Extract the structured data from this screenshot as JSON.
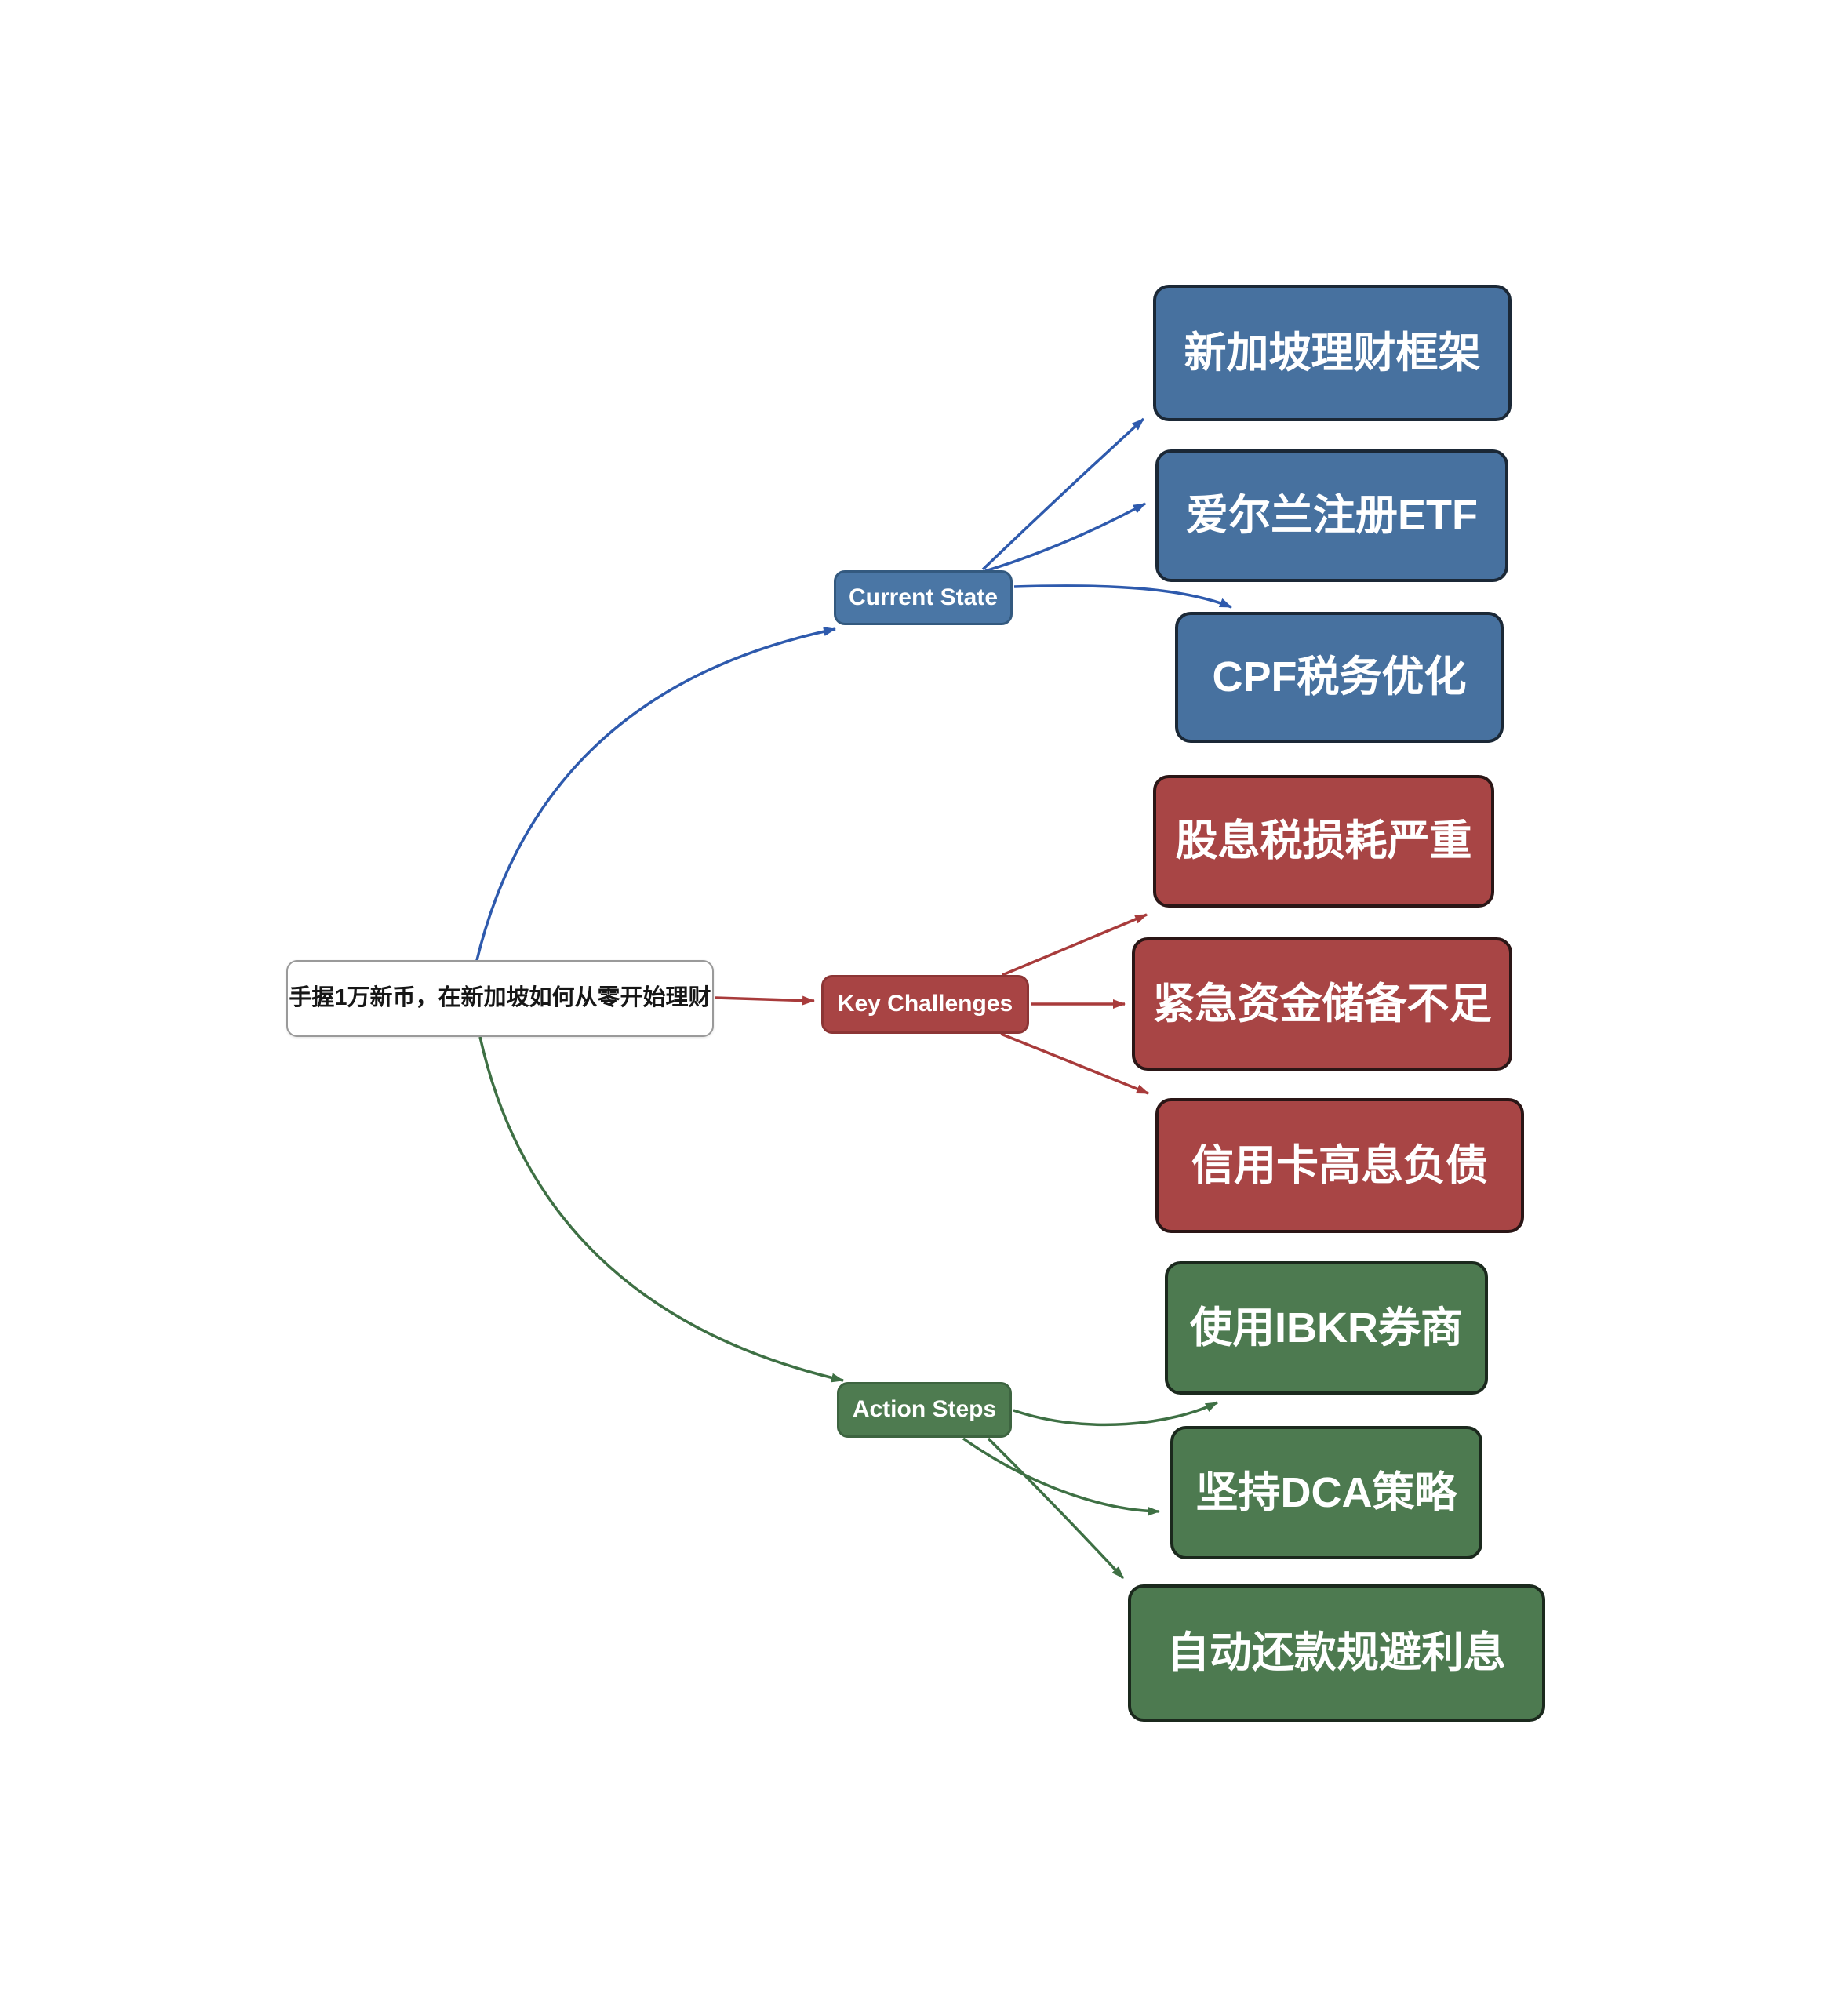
{
  "root": {
    "label": "手握1万新币，在新加坡如何从零开始理财"
  },
  "branches": [
    {
      "id": "current-state",
      "label": "Current State",
      "fill": "#4a76a5",
      "edge_color": "#2e5aad",
      "children": [
        {
          "label": "新加坡理财框架"
        },
        {
          "label": "爱尔兰注册ETF"
        },
        {
          "label": "CPF税务优化"
        }
      ]
    },
    {
      "id": "key-challenges",
      "label": "Key Challenges",
      "fill": "#a84444",
      "edge_color": "#a83b3b",
      "children": [
        {
          "label": "股息税损耗严重"
        },
        {
          "label": "紧急资金储备不足"
        },
        {
          "label": "信用卡高息负债"
        }
      ]
    },
    {
      "id": "action-steps",
      "label": "Action Steps",
      "fill": "#4e7b50",
      "edge_color": "#3e7044",
      "children": [
        {
          "label": "使用IBKR券商"
        },
        {
          "label": "坚持DCA策略"
        },
        {
          "label": "自动还款规避利息"
        }
      ]
    }
  ],
  "colors": {
    "background": "#ffffff",
    "root_background": "#ffffff",
    "root_border": "#9a9a9a",
    "blue_node_fill": "#47719f",
    "blue_node_border": "#1b2836",
    "blue_edge": "#2e5aad",
    "red_node_fill": "#a84545",
    "red_node_border": "#2a1616",
    "red_edge": "#a83b3b",
    "green_node_fill": "#4d7a50",
    "green_node_border": "#1b291d",
    "green_edge": "#3e7044",
    "node_text": "#ffffff",
    "root_text": "#161616"
  }
}
